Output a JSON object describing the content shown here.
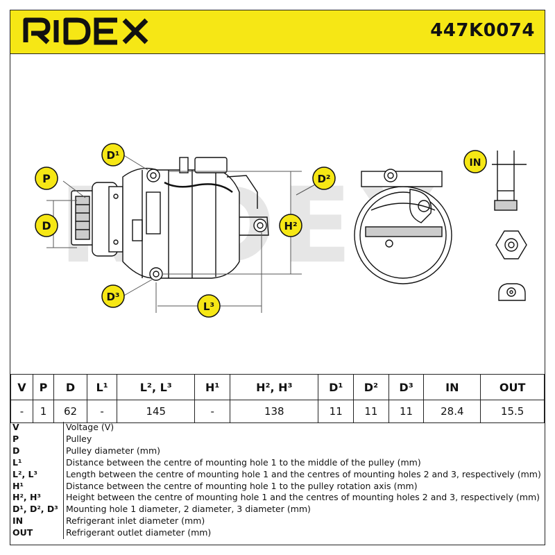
{
  "brand": {
    "name": "RIDEX"
  },
  "part_number": "447K0074",
  "watermark": "RIDEX",
  "callouts": {
    "P": "P",
    "D": "D",
    "D1": "D¹",
    "D2": "D²",
    "D3": "D³",
    "H2": "H²",
    "L3": "L³",
    "IN": "IN"
  },
  "table": {
    "headers": [
      "V",
      "P",
      "D",
      "L¹",
      "L², L³",
      "H¹",
      "H², H³",
      "D¹",
      "D²",
      "D³",
      "IN",
      "OUT"
    ],
    "values": [
      "-",
      "1",
      "62",
      "-",
      "145",
      "-",
      "138",
      "11",
      "11",
      "11",
      "28.4",
      "15.5"
    ]
  },
  "legend": [
    {
      "key": "V",
      "desc": "Voltage (V)"
    },
    {
      "key": "P",
      "desc": "Pulley"
    },
    {
      "key": "D",
      "desc": "Pulley diameter (mm)"
    },
    {
      "key": "L¹",
      "desc": "Distance between the centre of mounting hole 1 to the middle of the pulley (mm)"
    },
    {
      "key": "L², L³",
      "desc": "Length between the centre of mounting hole 1 and the centres of mounting holes 2 and 3, respectively (mm)"
    },
    {
      "key": "H¹",
      "desc": "Distance between the centre of mounting hole 1 to the pulley rotation axis (mm)"
    },
    {
      "key": "H², H³",
      "desc": "Height between the centre of mounting hole 1 and the centres of mounting holes 2 and 3, respectively (mm)"
    },
    {
      "key": "D¹, D², D³",
      "desc": "Mounting hole 1 diameter, 2 diameter, 3 diameter (mm)"
    },
    {
      "key": "IN",
      "desc": "Refrigerant inlet diameter (mm)"
    },
    {
      "key": "OUT",
      "desc": "Refrigerant outlet diameter (mm)"
    }
  ],
  "colors": {
    "header_bg": "#f6e715",
    "callout_bg": "#f6e715",
    "ink": "#111111"
  }
}
